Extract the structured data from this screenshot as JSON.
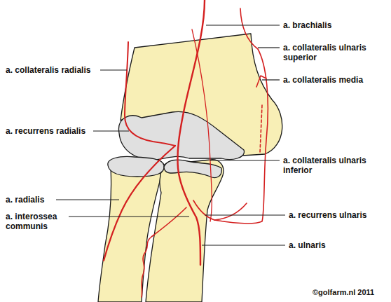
{
  "diagram": {
    "labels": [
      "a. brachialis",
      "a. collateralis ulnaris superior",
      "a. collateralis radialis",
      "a. collateralis media",
      "a. recurrens radialis",
      "a. collateralis ulnaris inferior",
      "a. radialis",
      "a. interossea communis",
      "a. recurrens ulnaris",
      "a. ulnaris",
      "©golfarm.nl 2011"
    ]
  }
}
